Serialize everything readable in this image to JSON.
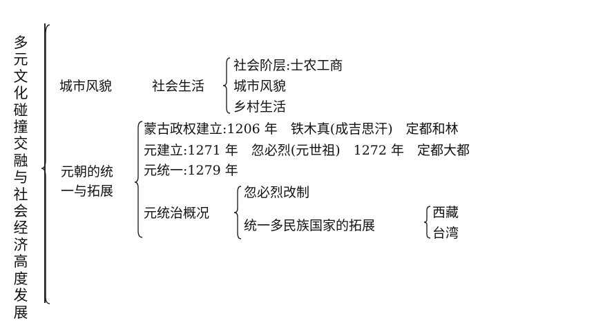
{
  "title": "多元文化碰撞交融与社会经济高度发展",
  "city": {
    "label": "城市风貌",
    "social_life": {
      "label": "社会生活",
      "items": [
        "社会阶层:士农工商",
        "城市风貌",
        "乡村生活"
      ]
    }
  },
  "yuan": {
    "label_line1": "元朝的统",
    "label_line2": "一与拓展",
    "items": [
      "蒙古政权建立:1206 年　铁木真(成吉思汗)　定都和林",
      "元建立:1271 年　忽必烈(元世祖)　1272 年　定都大都",
      "元统一:1279 年"
    ],
    "governance": {
      "label": "元统治概况",
      "items": [
        "忽必烈改制",
        "统一多民族国家的拓展"
      ],
      "expansion": [
        "西藏",
        "台湾"
      ]
    }
  }
}
